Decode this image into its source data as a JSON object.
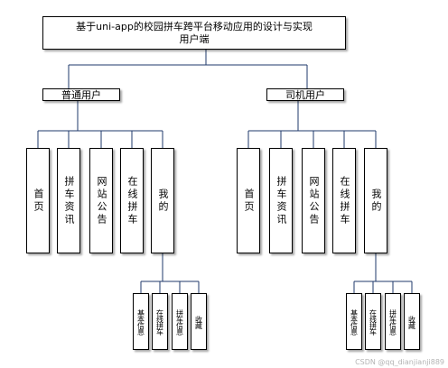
{
  "title": {
    "line1": "基于uni-app的校园拼车跨平台移动应用的设计与实现",
    "line2": "用户端"
  },
  "groups": [
    {
      "label": "普通用户",
      "modules": [
        "首页",
        "拼车资讯",
        "网站公告",
        "在线拼车",
        "我的"
      ],
      "submodules": [
        "基本信息",
        "在线拼车",
        "拼车信息",
        "收藏"
      ]
    },
    {
      "label": "司机用户",
      "modules": [
        "首页",
        "拼车资讯",
        "网站公告",
        "在线拼车",
        "我的"
      ],
      "submodules": [
        "基本信息",
        "在线拼车",
        "拼车信息",
        "收藏"
      ]
    }
  ],
  "watermark": "CSDN @qq_dianjianji889",
  "colors": {
    "connector": "#1f3a6b",
    "border": "#000000"
  }
}
